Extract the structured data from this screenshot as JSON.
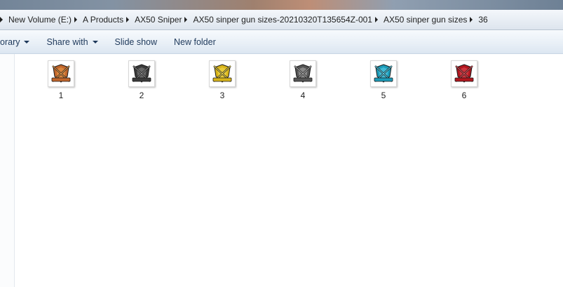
{
  "breadcrumb": [
    "New Volume (E:)",
    "A Products",
    "AX50 Sniper",
    "AX50 sinper gun sizes-20210320T135654Z-001",
    "AX50 sinper gun sizes",
    "36"
  ],
  "toolbar": {
    "library_label": "orary",
    "share_label": "Share with",
    "slideshow_label": "Slide show",
    "new_folder_label": "New folder"
  },
  "files": [
    {
      "name": "1",
      "color": "#c0652a",
      "accent": "#f1a24e"
    },
    {
      "name": "2",
      "color": "#3a3a3a",
      "accent": "#8d8d8d"
    },
    {
      "name": "3",
      "color": "#d8b41a",
      "accent": "#f5e05a"
    },
    {
      "name": "4",
      "color": "#555555",
      "accent": "#b4b4b4"
    },
    {
      "name": "5",
      "color": "#1c9bb8",
      "accent": "#63d6ee"
    },
    {
      "name": "6",
      "color": "#b0161e",
      "accent": "#e8505a"
    }
  ],
  "icons": {
    "file_thumbnail": "crossed-rifles-emblem-icon",
    "breadcrumb_separator": "chevron-right-icon",
    "dropdown": "chevron-down-icon"
  }
}
